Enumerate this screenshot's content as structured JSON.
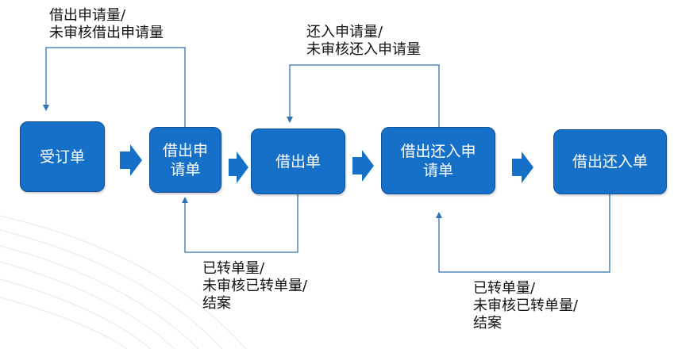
{
  "nodes": {
    "order": "受订单",
    "borrow_request": "借出申\n请单",
    "borrow": "借出单",
    "return_request": "借出还入申\n请单",
    "return": "借出还入单"
  },
  "notes": {
    "borrow_request_loop": "借出申请量/\n未审核借出申请量",
    "return_request_loop": "还入申请量/\n未审核还入申请量",
    "borrow_loop": "已转单量/\n未审核已转单量/\n结案",
    "return_loop": "已转单量/\n未审核已转单量/\n结案"
  },
  "colors": {
    "node_fill": "#1670c8",
    "arrow_fill": "#1670c8",
    "loop_line": "#2e74b5"
  }
}
